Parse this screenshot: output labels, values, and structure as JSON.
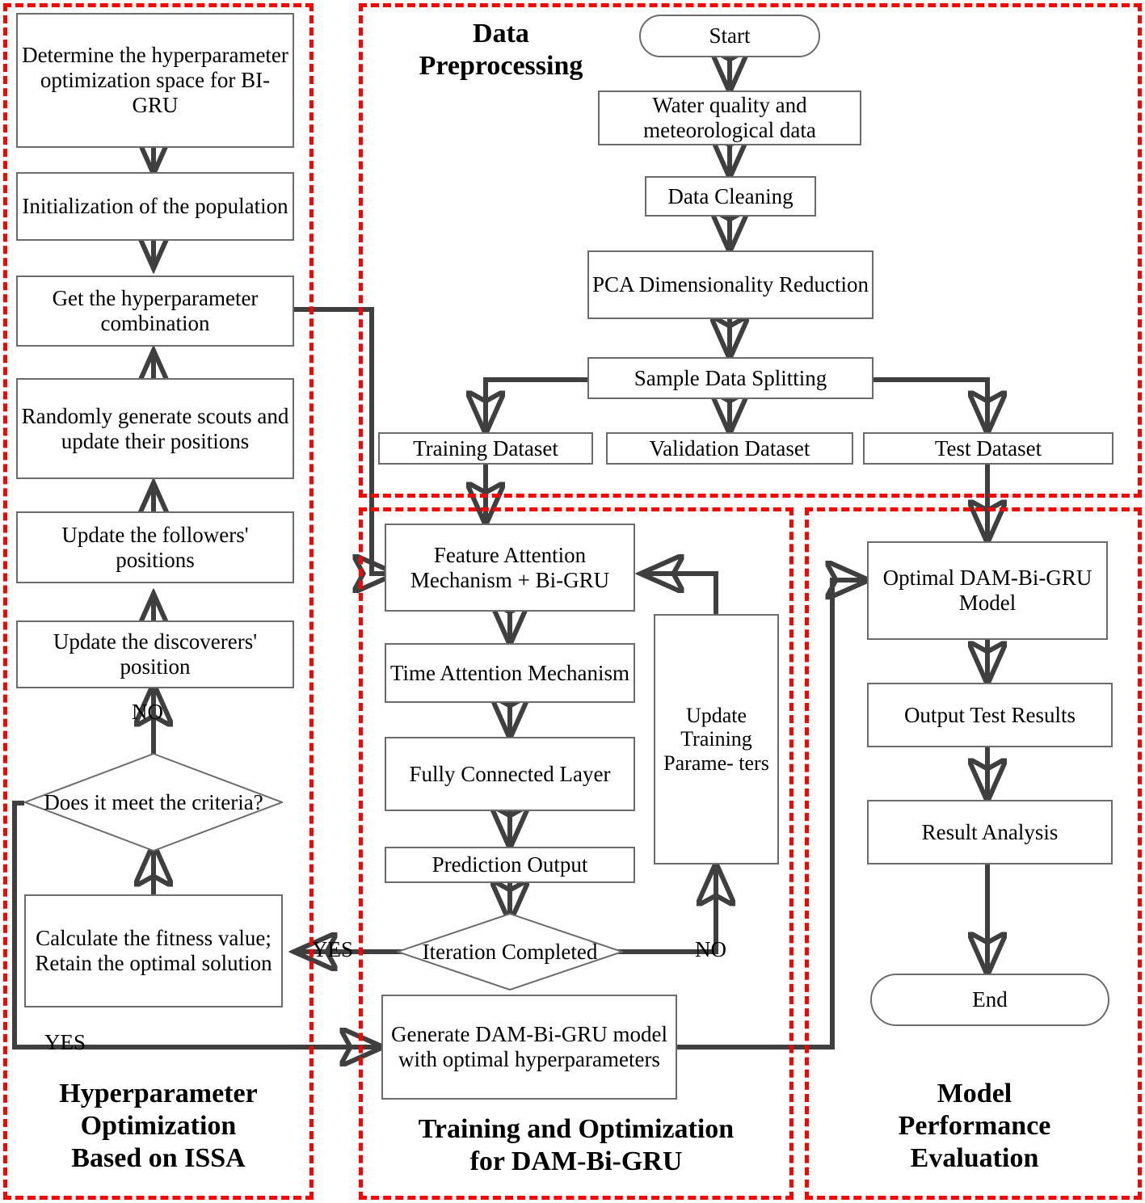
{
  "diagram": {
    "title": "ISSA-optimized DAM-Bi-GRU water quality prediction workflow",
    "accent_red": "#ff0000",
    "line_color": "#3f3f3f",
    "box_border": "#6b6b6b"
  },
  "regions": {
    "hyperparameter": {
      "caption_line1": "Hyperparameter",
      "caption_line2": "Optimization",
      "caption_line3": "Based on ISSA"
    },
    "preprocessing": {
      "caption_line1": "Data",
      "caption_line2": "Preprocessing"
    },
    "training": {
      "caption_line1": "Training and Optimization",
      "caption_line2": "for DAM-Bi-GRU"
    },
    "evaluation": {
      "caption_line1": "Model",
      "caption_line2": "Performance",
      "caption_line3": "Evaluation"
    }
  },
  "nodes": {
    "determine_space": "Determine the hyperparameter optimization space for BI-GRU",
    "init_population": "Initialization of the population",
    "get_combination": "Get the hyperparameter combination",
    "random_scouts": "Randomly generate scouts and update their positions",
    "update_followers": "Update the followers' positions",
    "update_discoverers": "Update the discoverers' position",
    "meet_criteria": "Does it meet the criteria?",
    "calculate_fitness": "Calculate the fitness value; Retain the optimal solution",
    "start": "Start",
    "water_data": "Water quality and meteorological data",
    "data_cleaning": "Data Cleaning",
    "pca": "PCA Dimensionality Reduction",
    "sample_split": "Sample Data Splitting",
    "training_dataset": "Training Dataset",
    "validation_dataset": "Validation Dataset",
    "test_dataset": "Test Dataset",
    "feature_attention": "Feature Attention Mechanism + Bi-GRU",
    "time_attention": "Time Attention Mechanism",
    "fully_connected": "Fully Connected Layer",
    "prediction_output": "Prediction Output",
    "update_training_params": "Update Training Parame- ters",
    "iteration_completed": "Iteration Completed",
    "generate_model": "Generate  DAM-Bi-GRU model with optimal hyperparameters",
    "optimal_model": "Optimal DAM-Bi-GRU Model",
    "output_results": "Output Test Results",
    "result_analysis": "Result Analysis",
    "end": "End"
  },
  "edge_labels": {
    "no_criteria": "NO",
    "yes_criteria": "YES",
    "yes_iteration": "YES",
    "no_iteration": "NO"
  }
}
